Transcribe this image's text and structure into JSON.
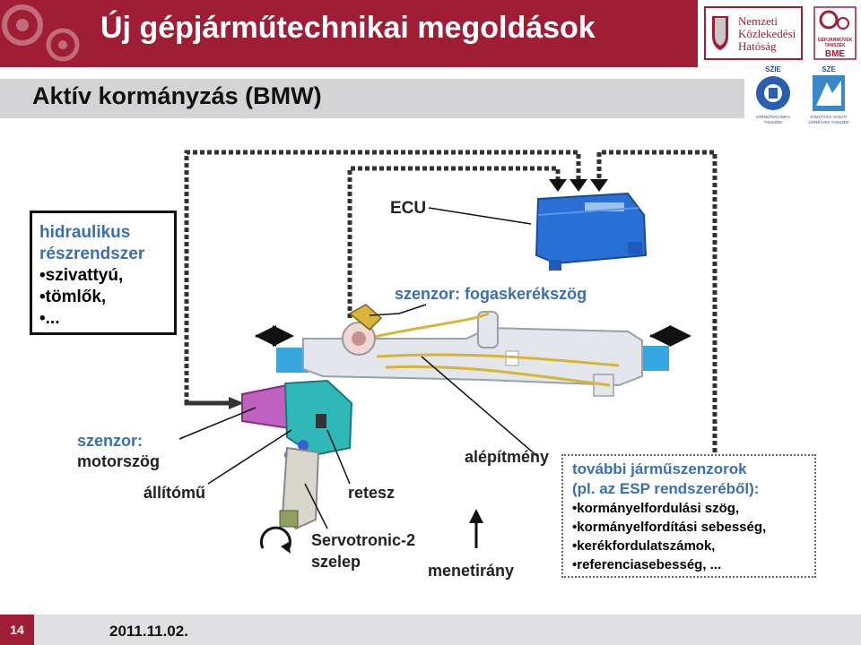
{
  "header": {
    "title": "Új gépjárműtechnikai megoldások",
    "logo_nkh": {
      "line1": "Nemzeti",
      "line2": "Közlekedési",
      "line3": "Hatóság"
    },
    "logo_bme": {
      "line1": "GÉPJÁRMŰVEK",
      "line2": "TANSZÉK",
      "line3": "BME"
    },
    "logo_szie": {
      "top": "SZIE",
      "bottom1": "JÁRMŰTECHNIKA",
      "bottom2": "TANSZÉK"
    },
    "logo_sze": {
      "top": "SZE",
      "bottom1": "KÖZÚTI ÉS VASÚTI",
      "bottom2": "JÁRMŰVEK TANSZÉK"
    }
  },
  "slide": {
    "subtitle": "Aktív kormányzás (BMW)"
  },
  "diagram": {
    "hydraulic_box": {
      "title1": "hidraulikus",
      "title2": "részrendszer",
      "item1": "•szivattyú,",
      "item2": "•tömlők,",
      "item3": "•..."
    },
    "labels": {
      "ecu": "ECU",
      "sensor_pinion": "szenzor: fogaskerékszög",
      "sensor_motor1": "szenzor:",
      "sensor_motor2": "motorszög",
      "actuator": "állítómű",
      "lock": "retesz",
      "valve1": "Servotronic-2",
      "valve2": "szelep",
      "body": "alépítmény",
      "direction": "menetirány"
    },
    "sensor_box": {
      "title1": "további járműszenzorok",
      "title2": "(pl. az ESP rendszeréből):",
      "item1": "•kormányelfordulási szög,",
      "item2": "•kormányelfordítási sebesség,",
      "item3": "•kerékfordulatszámok,",
      "item4": "•referenciasebesség, ..."
    }
  },
  "footer": {
    "page_number": "14",
    "date": "2011.11.02."
  },
  "colors": {
    "brand_red": "#a01d36",
    "label_blue": "#3a6fb3",
    "subbar_gray": "#d4d4d6",
    "ecu_blue": "#2a6fd6"
  }
}
